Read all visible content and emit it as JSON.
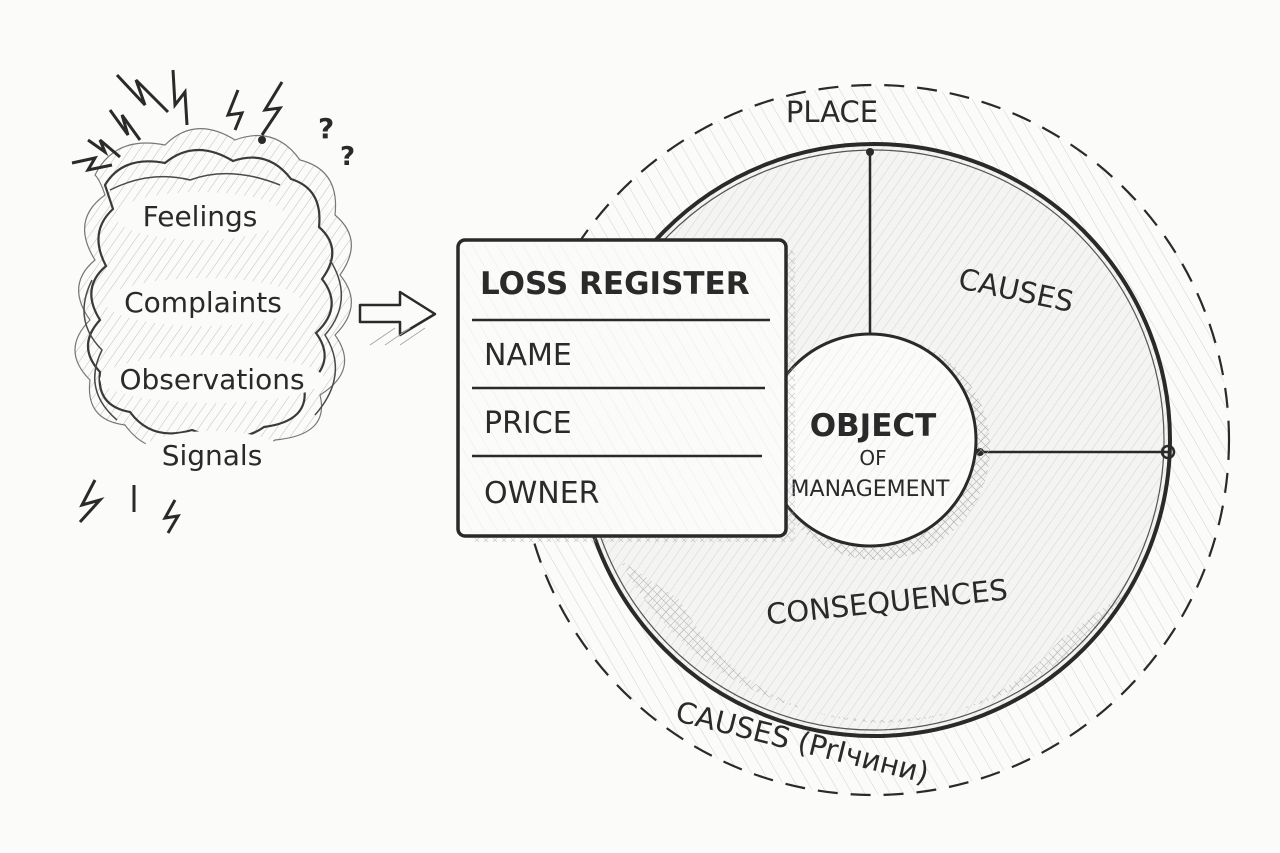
{
  "diagram": {
    "input_cloud": {
      "items": [
        "Feelings",
        "Complaints",
        "Observations",
        "Signals"
      ],
      "decorations": [
        "lightning-icon",
        "exclamation-icon",
        "question-icon"
      ]
    },
    "flow_arrow": {
      "direction": "right"
    },
    "loss_register": {
      "title": "LOSS REGISTER",
      "fields": [
        "NAME",
        "PRICE",
        "OWNER"
      ]
    },
    "object_model": {
      "center": {
        "line1": "OBJECT",
        "line2": "OF",
        "line3": "MANAGEMENT"
      },
      "inner_ring_sectors": {
        "causes": "CAUSES",
        "consequences": "CONSEQUENCES"
      },
      "outer_ring": {
        "top": "PLACE",
        "bottom": "CAUSES (PrIчини)"
      }
    }
  },
  "colors": {
    "ink": "#2a2a2a",
    "background": "#fbfbfa",
    "hatch": "#9a9a9a"
  }
}
